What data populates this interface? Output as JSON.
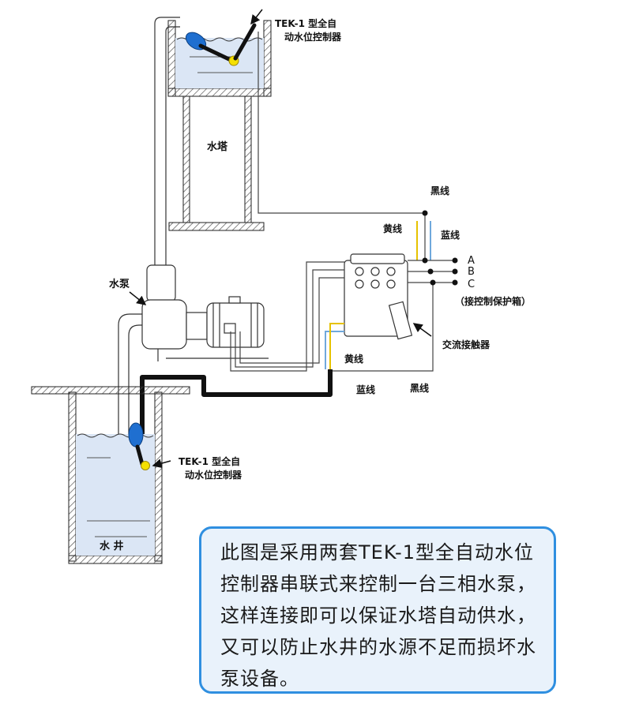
{
  "labels": {
    "controller_top": [
      "TEK-1 型全自",
      "动水位控制器"
    ],
    "water_tower": "水塔",
    "pump": "水泵",
    "black_wire_top": "黑线",
    "yellow_wire_top": "黄线",
    "blue_wire_top": "蓝线",
    "phase_a": "A",
    "phase_b": "B",
    "phase_c": "C",
    "protection_box": "（接控制保护箱）",
    "contactor": "交流接触器",
    "yellow_wire_bottom": "黄线",
    "blue_wire_bottom": "蓝线",
    "black_wire_bottom": "黑线",
    "controller_bottom": [
      "TEK-1 型全自",
      "动水位控制器"
    ],
    "well": "水 井"
  },
  "note": {
    "text": "此图是采用两套TEK-1型全自动水位控制器串联式来控制一台三相水泵，这样连接即可以保证水塔自动供水，又可以防止水井的水源不足而损坏水泵设备。"
  },
  "colors": {
    "note_border": "#2f8fe0",
    "note_fill": "#e9f2fb",
    "float_blue": "#1f6fd0",
    "float_yellow": "#f5e000",
    "water": "#dbe6f5",
    "wall_hatch": "#444444"
  }
}
